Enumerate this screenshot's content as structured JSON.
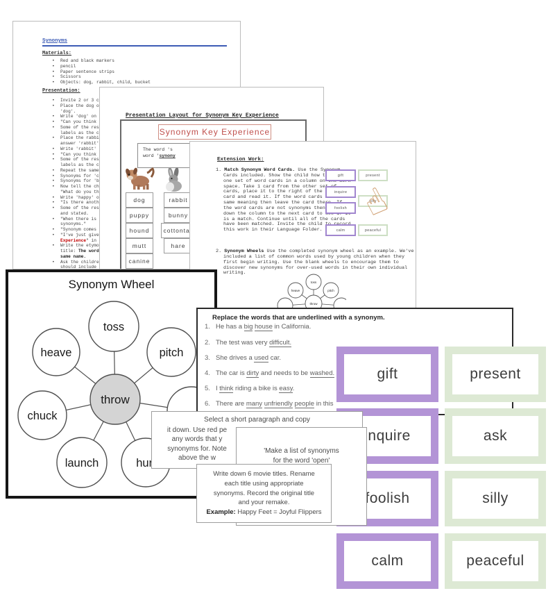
{
  "page1": {
    "title": "Synonyms",
    "materials_heading": "Materials:",
    "materials": [
      "Red and black markers",
      "pencil",
      "Paper sentence strips",
      "Scissors",
      "Objects: dog, rabbit, child, bucket"
    ],
    "presentation_heading": "Presentation:",
    "presentation_lines": [
      {
        "b": 1,
        "t": "Invite 2 or 3 childr"
      },
      {
        "b": 1,
        "t": "Place the dog on the"
      },
      {
        "b": 0,
        "t": "'dog'."
      },
      {
        "b": 1,
        "t": "Write 'dog' on a lab"
      },
      {
        "b": 1,
        "t": "\"Can you think of an"
      },
      {
        "b": 1,
        "t": "Some of the response"
      },
      {
        "b": 0,
        "t": "labels as the childr"
      },
      {
        "b": 1,
        "t": "Place the rabbit on"
      },
      {
        "b": 0,
        "t": "answer 'rabbit'."
      },
      {
        "b": 1,
        "t": "Write 'rabbit' on a"
      },
      {
        "b": 1,
        "t": "\"Can you think of an"
      },
      {
        "b": 1,
        "t": "Some of the response"
      },
      {
        "b": 0,
        "t": "labels as the childr"
      },
      {
        "b": 1,
        "t": "Repeat the same proc"
      },
      {
        "b": 1,
        "t": "Synonyms for 'child'"
      },
      {
        "b": 1,
        "t": "Synonyms for 'bucket"
      },
      {
        "b": 1,
        "t": "Now tell the childre"
      },
      {
        "b": 0,
        "t": "\"What do you think t"
      },
      {
        "b": 1,
        "t": "Write 'happy' on a l"
      },
      {
        "b": 1,
        "t": "\"Is there another wo"
      },
      {
        "b": 1,
        "t": "Some of the response"
      },
      {
        "b": 0,
        "t": "and stated."
      },
      {
        "b": 1,
        "t": "\"When there is more"
      },
      {
        "b": 0,
        "t": "synonyms.\""
      },
      {
        "b": 1,
        "t": "\"Synonym comes from"
      },
      {
        "b": 1,
        "t": "\"I've just given you"
      },
      {
        "b": 0,
        "segs": [
          [
            "Experience",
            "red"
          ],
          [
            "\" in red a",
            ""
          ]
        ]
      },
      {
        "b": 1,
        "t": "Write the etymology"
      },
      {
        "b": 0,
        "segs": [
          [
            "title: ",
            ""
          ],
          [
            "The word 'syn",
            "bold"
          ]
        ]
      },
      {
        "b": 0,
        "segs": [
          [
            "same name.",
            "bold"
          ]
        ]
      },
      {
        "b": 1,
        "t": "Ask the children to"
      },
      {
        "b": 0,
        "t": "should include label"
      }
    ]
  },
  "page2": {
    "title": "Presentation Layout for Synonym Key Experience",
    "banner": "Synonym Key Experience",
    "textbox_line1": "The word 's",
    "textbox_line2a": "word '",
    "textbox_line2b": "synony",
    "left_words": [
      "dog",
      "puppy",
      "hound",
      "mutt",
      "canine"
    ],
    "right_words": [
      "rabbit",
      "bunny",
      "cottontail",
      "hare"
    ]
  },
  "page3": {
    "heading": "Extension Work:",
    "item1_num": "1. ",
    "item1_title": "Match Synonym Word Cards.",
    "item1_text": " Use the Synonym Cards included. Show the child how to lay out one set of word cards in a column on the work space. Take 1 card from the other set of cards, place it to the right of the first card and read it. If the word cards have the same meaning then leave the card there. If the word cards are not synonyms then slide it down the column to the next card to see if it is a match. Continue until all of the cards have been matched. Invite the child to record this work in their Language Folder.",
    "item2_num": "2. ",
    "item2_title": "Synonym Wheels",
    "item2_text": " Use the completed synonym wheel as an example. We've included a list of common words used by young children when they first begin writing. Use the blank wheels to encourage them to discover new synonyms for over-used words in their own individual writing.",
    "mini_purple": [
      "gift",
      "inquire",
      "foolish",
      "calm"
    ],
    "mini_green": [
      "present",
      "silly",
      "peaceful"
    ],
    "mini_wheel": {
      "center": "throw",
      "outer": [
        "toss",
        "heave",
        "pitch"
      ]
    }
  },
  "wheel_page": {
    "title": "Synonym Wheel",
    "center": "throw",
    "outer": [
      "toss",
      "pitch",
      "",
      "heave",
      "chuck",
      "launch",
      "hurl"
    ]
  },
  "worksheet": {
    "heading": "Replace the words that are underlined with a synonym.",
    "sentences": [
      {
        "n": "1.",
        "s": [
          [
            "He has a ",
            0
          ],
          [
            "big",
            1
          ],
          [
            " ",
            0
          ],
          [
            "house",
            1
          ],
          [
            " in California.",
            0
          ]
        ]
      },
      {
        "n": "2.",
        "s": [
          [
            "The test was very ",
            0
          ],
          [
            "difficult.",
            1
          ]
        ]
      },
      {
        "n": "3.",
        "s": [
          [
            "She drives a ",
            0
          ],
          [
            "used",
            1
          ],
          [
            " car.",
            0
          ]
        ]
      },
      {
        "n": "4.",
        "s": [
          [
            "The car is ",
            0
          ],
          [
            "dirty",
            1
          ],
          [
            " and needs to be ",
            0
          ],
          [
            "washed.",
            1
          ]
        ]
      },
      {
        "n": "5.",
        "s": [
          [
            "I ",
            0
          ],
          [
            "think",
            1
          ],
          [
            " riding a bike is ",
            0
          ],
          [
            "easy",
            1
          ],
          [
            ".",
            0
          ]
        ]
      },
      {
        "n": "6.",
        "s": [
          [
            "There are ",
            0
          ],
          [
            "many",
            1
          ],
          [
            " ",
            0
          ],
          [
            "unfriendly",
            1
          ],
          [
            " ",
            0
          ],
          [
            "people",
            1
          ],
          [
            " in this",
            0
          ]
        ]
      }
    ]
  },
  "cards": {
    "a_lines": [
      "Select a short paragraph and copy",
      "it down. Use red pe",
      "any words that y",
      "synonyms for. Note",
      "above the w"
    ],
    "b_line1": "'Make a list of synonyms",
    "b_line2": "for the word 'open'",
    "c_lines": [
      [
        [
          "Write down 6 movie titles. Rename",
          ""
        ]
      ],
      [
        [
          "each title using appropriate",
          ""
        ]
      ],
      [
        [
          "synonyms. Record the original title",
          ""
        ]
      ],
      [
        [
          "and your remake.",
          ""
        ]
      ],
      [
        [
          "Example:",
          "bold"
        ],
        [
          " Happy Feet = Joyful Flippers",
          ""
        ]
      ]
    ]
  },
  "big_cards": {
    "rows": [
      [
        "gift",
        "present"
      ],
      [
        "inquire",
        "ask"
      ],
      [
        "foolish",
        "silly"
      ],
      [
        "calm",
        "peaceful"
      ]
    ]
  },
  "colors": {
    "purple": "#b394d6",
    "green": "#dde9d4",
    "banner_red": "#c0504d",
    "title_blue": "#3c5bb5",
    "red_text": "#c00000",
    "hand_skin": "#cf9e6f"
  },
  "icons": {
    "hand": "☝"
  }
}
